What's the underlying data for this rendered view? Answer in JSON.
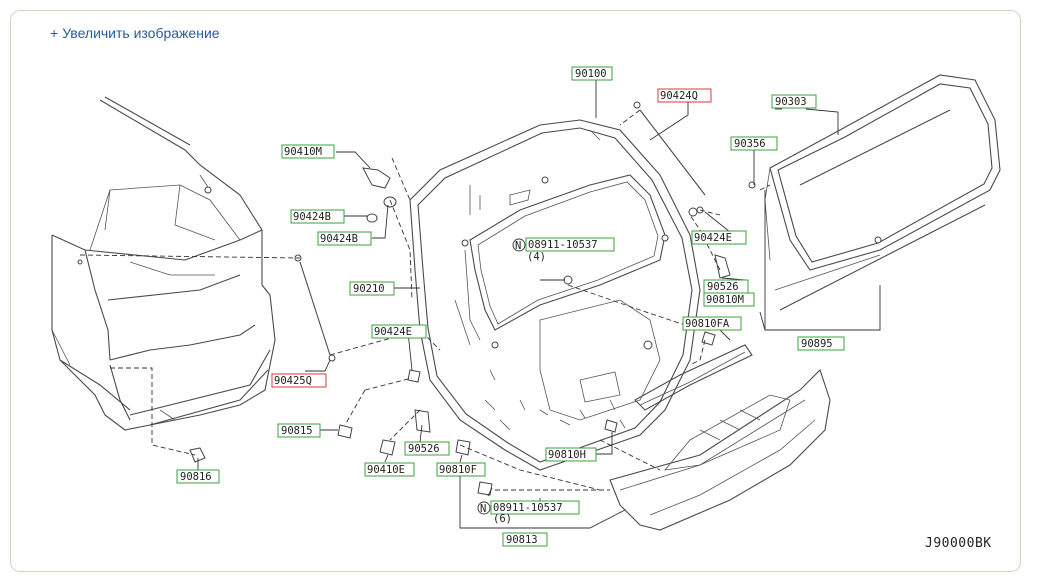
{
  "header": {
    "zoom_link": "Увеличить изображение",
    "zoom_icon": "+"
  },
  "diagram": {
    "code": "J90000BK",
    "labels": {
      "p90100": "90100",
      "p90424Q": "90424Q",
      "p90303": "90303",
      "p90356": "90356",
      "p90410M": "90410M",
      "p90424B_1": "90424B",
      "p90424B_2": "90424B",
      "p08911_a": "08911-10537",
      "p08911_a_qty": "(4)",
      "p90424E_r": "90424E",
      "p90210": "90210",
      "p90526_r": "90526",
      "p90810M": "90810M",
      "p90810FA": "90810FA",
      "p90424E_l": "90424E",
      "p90425Q": "90425Q",
      "p90895": "90895",
      "p90815": "90815",
      "p90526_l": "90526",
      "p90810H": "90810H",
      "p90410E": "90410E",
      "p90810F": "90810F",
      "p90816": "90816",
      "p08911_b": "08911-10537",
      "p08911_b_qty": "(6)",
      "p90813": "90813"
    },
    "red_labels": [
      "90424Q",
      "90425Q"
    ],
    "colors": {
      "green_box": "#3aa13a",
      "red_box": "#d83a3a",
      "link": "#2a5c9a",
      "frame": "#d9d2b8"
    }
  }
}
